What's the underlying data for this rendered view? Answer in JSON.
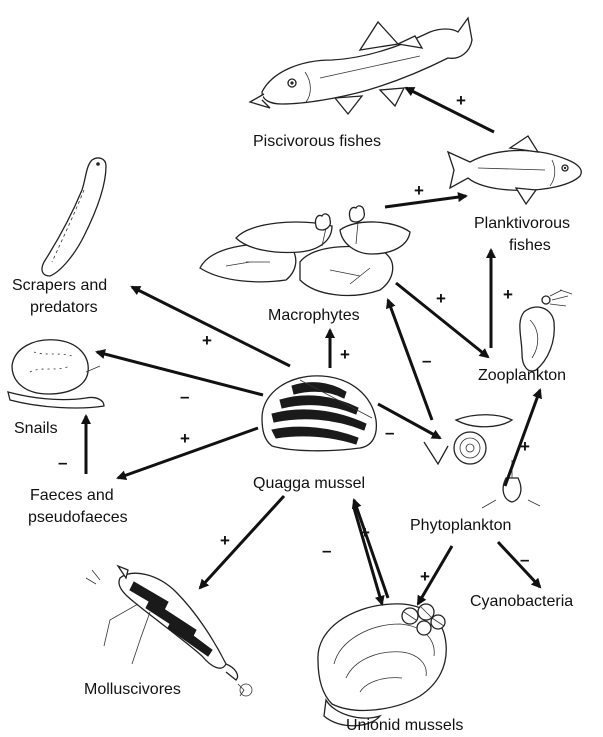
{
  "nodes": {
    "piscivorous": "Piscivorous fishes",
    "planktivorous_1": "Planktivorous",
    "planktivorous_2": "fishes",
    "scrapers_1": "Scrapers and",
    "scrapers_2": "predators",
    "macrophytes": "Macrophytes",
    "zooplankton": "Zooplankton",
    "snails": "Snails",
    "faeces_1": "Faeces and",
    "faeces_2": "pseudofaeces",
    "quagga": "Quagga mussel",
    "phytoplankton": "Phytoplankton",
    "cyanobacteria": "Cyanobacteria",
    "molluscivores": "Molluscivores",
    "unionid": "Unionid mussels"
  },
  "signs": {
    "plank_to_pisc": "+",
    "macro_to_plank": "+",
    "macro_to_zoo": "+",
    "zoo_to_plank": "+",
    "quagga_to_scrapers": "+",
    "quagga_to_macro": "+",
    "quagga_to_snails": "–",
    "phyto_to_macro": "–",
    "quagga_to_phyto": "–",
    "quagga_to_faeces": "+",
    "faeces_to_snails": "–",
    "phyto_to_zoo": "+",
    "quagga_to_molluscivores": "+",
    "unionid_to_quagga": "+",
    "quagga_to_unionid": "–",
    "phyto_to_unionid": "+",
    "phyto_to_cyano": "–"
  }
}
